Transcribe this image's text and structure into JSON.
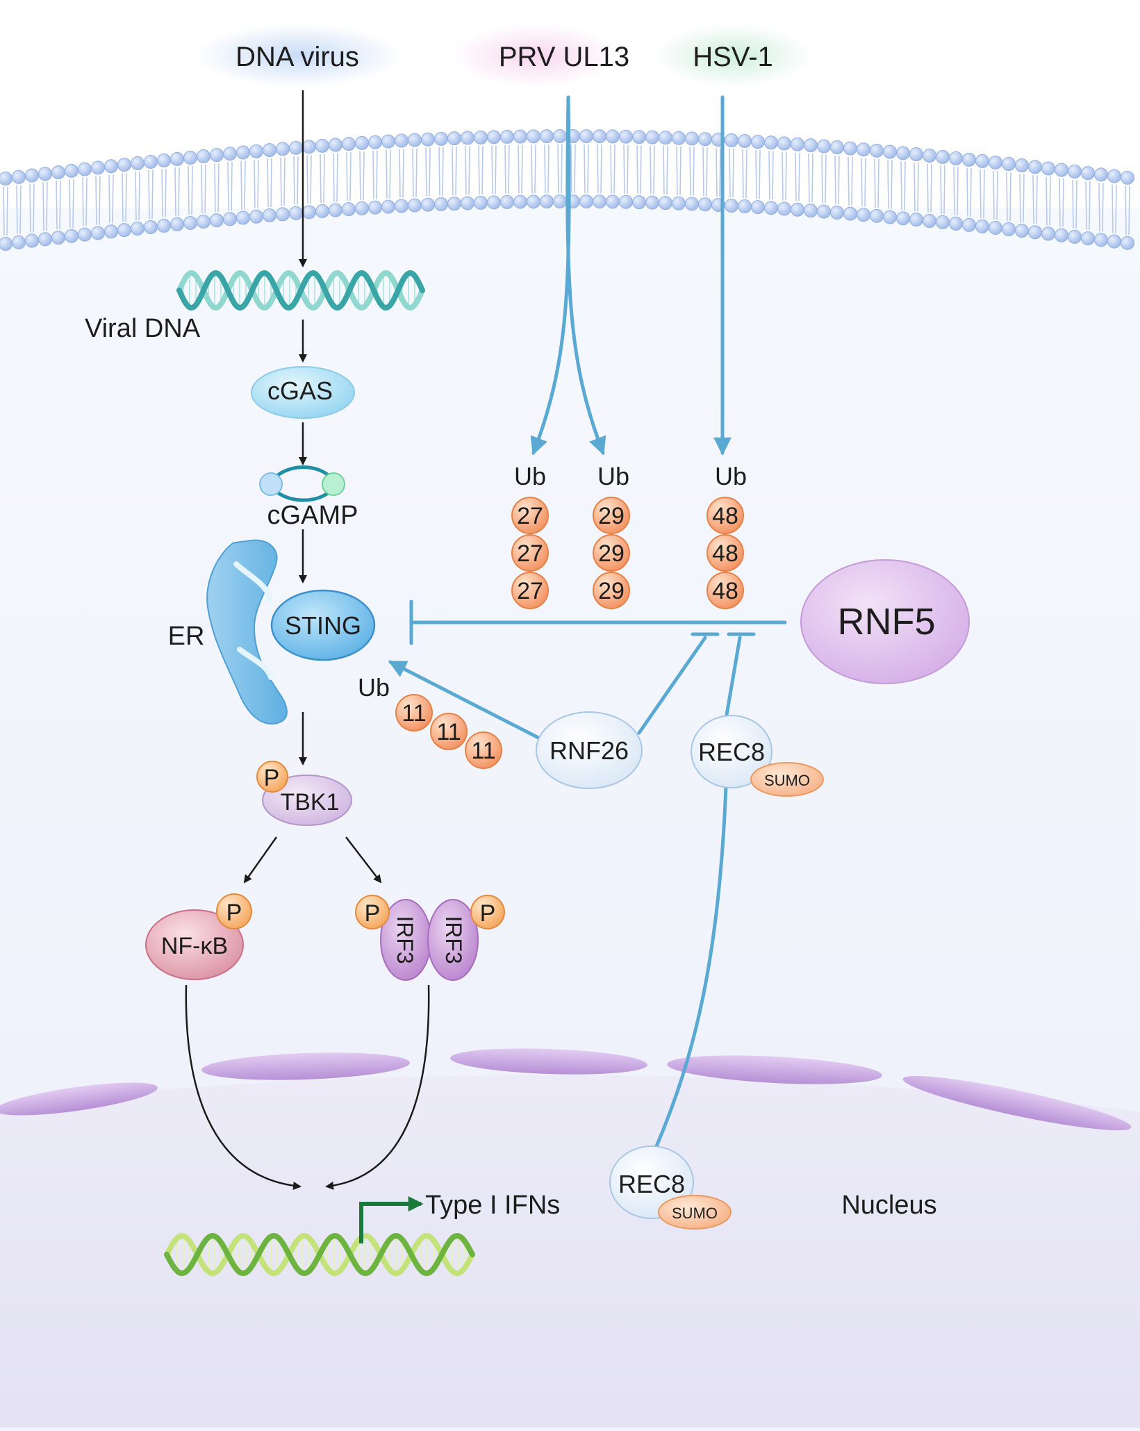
{
  "sources": {
    "dna_virus": "DNA virus",
    "prv_ul13": "PRV UL13",
    "hsv1": "HSV-1"
  },
  "pathway": {
    "viral_dna": "Viral DNA",
    "cgas": "cGAS",
    "cgamp": "cGAMP",
    "er": "ER",
    "sting": "STING",
    "tbk1": "TBK1",
    "tbk1_p": "P",
    "nfkb": "NF-κB",
    "nfkb_p": "P",
    "irf3_a": "IRF3",
    "irf3_b": "IRF3",
    "irf3_p_left": "P",
    "irf3_p_right": "P",
    "type_i_ifns": "Type I IFNs",
    "nucleus": "Nucleus"
  },
  "ubiquitin": {
    "k27": {
      "label": "Ub",
      "chain": [
        "27",
        "27",
        "27"
      ]
    },
    "k29": {
      "label": "Ub",
      "chain": [
        "29",
        "29",
        "29"
      ]
    },
    "k48": {
      "label": "Ub",
      "chain": [
        "48",
        "48",
        "48"
      ]
    },
    "k11": {
      "label": "Ub",
      "chain": [
        "11",
        "11",
        "11"
      ]
    }
  },
  "regulators": {
    "rnf5": "RNF5",
    "rnf26": "RNF26",
    "rec8_cyto": "REC8",
    "rec8_cyto_sumo": "SUMO",
    "rec8_nuc": "REC8",
    "rec8_nuc_sumo": "SUMO"
  },
  "colors": {
    "arrow_black": "#1a1a1a",
    "arrow_blue": "#5aa9d3",
    "ub_orange": "#f5a06e",
    "membrane_bead": "#aac3ec",
    "nuclear_envelope": "#c7a9e3",
    "rnf5_purple": "#dcbdea",
    "sting_blue": "#7ec5ef",
    "ifn_arrow_green": "#1b7a3b"
  }
}
